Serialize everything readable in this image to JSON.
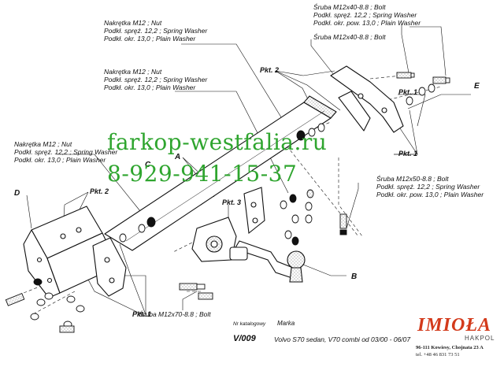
{
  "labels": {
    "nut_top": [
      "Nakrętka  M12 ; Nut",
      "Podkł. spręż. 12,2 ; Spring Washer",
      "Podkł. okr. 13,0 ;  Plain Washer"
    ],
    "nut_mid": [
      "Nakrętka  M12 ; Nut",
      "Podkł. spręż. 12,2 ; Spring Washer",
      "Podkł. okr. 13,0 ;  Plain Washer"
    ],
    "nut_left": [
      "Nakrętka  M12 ; Nut",
      "Podkł. spręż. 12,2 ; Spring Washer",
      "Podkł. okr. 13,0 ;  Plain Washer"
    ],
    "bolt_top": [
      "Śruba M12x40-8.8 ;  Bolt",
      "Podkł. spręż. 12,2 ; Spring Washer",
      "Podkł. okr. pow. 13,0 ; Plain Washer"
    ],
    "bolt_top2": [
      "Śruba M12x40-8.8 ;  Bolt"
    ],
    "bolt_right": [
      "Śruba M12x50-8.8 ;  Bolt",
      "Podkł. spręż. 12,2 ; Spring Washer",
      "Podkł. okr. pow. 13,0 ; Plain Washer"
    ],
    "bolt_bottom": [
      "Śruba M12x70-8.8 ;  Bolt"
    ]
  },
  "points": {
    "pkt2_top": "Pkt. 2",
    "pkt1_right_a": "Pkt. 1",
    "pkt1_right_b": "Pkt. 1",
    "pkt2_left": "Pkt. 2",
    "pkt3": "Pkt. 3",
    "pkt1_bottom": "Pkt. 1"
  },
  "letters": {
    "A": "A",
    "B": "B",
    "C": "C",
    "D": "D",
    "E": "E"
  },
  "watermark": {
    "site": "farkop-westfalia.ru",
    "phone": "8-929-941-15-37"
  },
  "footer": {
    "catalog_label": "Nr katalogowy",
    "brand_label": "Marka",
    "catalog_no": "V/009",
    "model": "Volvo S70 sedan, V70 combi   od 03/00 - 06/07"
  },
  "maker": {
    "name": "IMIOŁA",
    "sub": "HAKPOL",
    "address": "96-111 Kowiesy, Chojnata 23 A",
    "phone": "tel. +48 46 831 73 51"
  },
  "colors": {
    "watermark": "#2fa52f",
    "brand": "#d33a1b",
    "line": "#111111"
  }
}
